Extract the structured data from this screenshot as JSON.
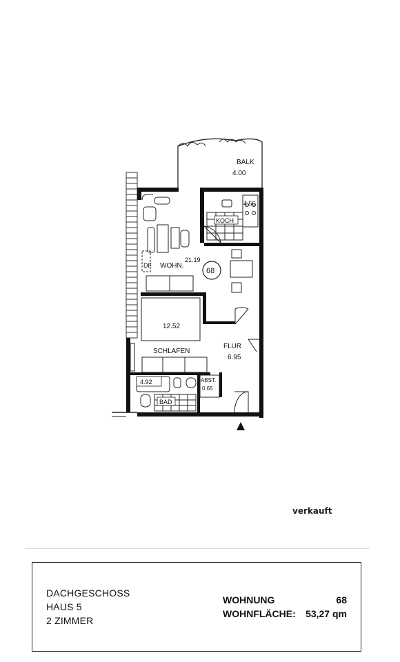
{
  "plan": {
    "rooms": {
      "balcony": {
        "name": "BALK",
        "area": "4.00"
      },
      "kitchen": {
        "name": "KOCH",
        "area": "4.56"
      },
      "living": {
        "name": "WOHN.",
        "area": "21.19",
        "extra": "DF"
      },
      "unit_badge": "68",
      "bedroom": {
        "name": "SCHLAFEN",
        "area": "12.52"
      },
      "hall": {
        "name": "FLUR",
        "area": "6.95"
      },
      "bath": {
        "name": "BAD",
        "area": "4.92"
      },
      "storage": {
        "name": "ABST.",
        "area": "0.65"
      }
    }
  },
  "stamp": "verkauft",
  "info": {
    "floor": "DACHGESCHOSS",
    "house": "HAUS 5",
    "rooms": "2 ZIMMER",
    "unit_label": "WOHNUNG",
    "unit_value": "68",
    "area_label": "WOHNFLÄCHE:",
    "area_value": "53,27 qm"
  }
}
